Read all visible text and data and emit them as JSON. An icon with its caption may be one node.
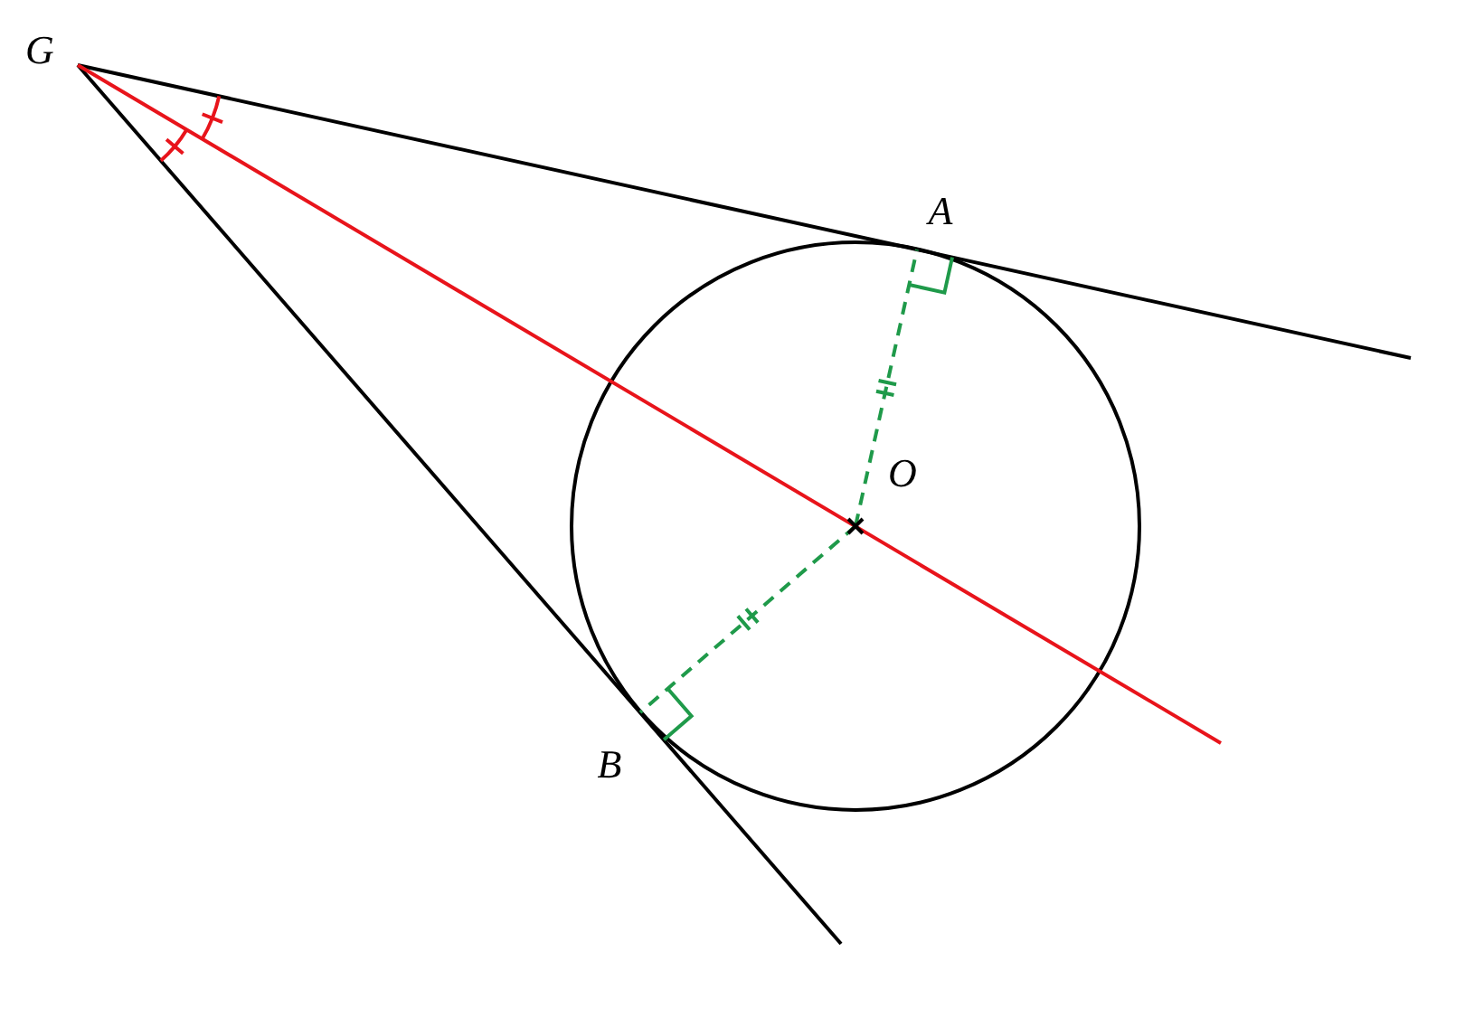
{
  "diagram": {
    "labels": [
      "G",
      "A",
      "O",
      "B"
    ]
  }
}
